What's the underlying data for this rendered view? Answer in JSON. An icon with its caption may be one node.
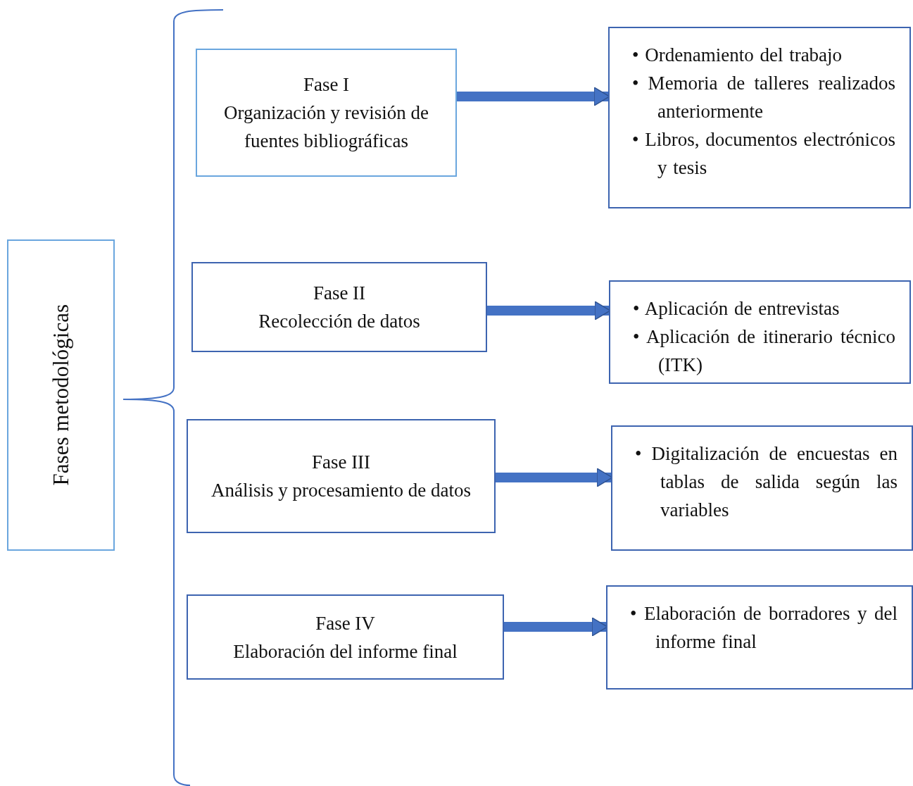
{
  "diagram": {
    "nodes": [
      {
        "text": [
          "Fases metodológicas"
        ]
      },
      {
        "text": [
          "Fase I",
          "Organización y revisión de fuentes bibliográficas"
        ]
      },
      {
        "text": [
          "• Ordenamiento del trabajo",
          "• Memoria de talleres realizados anteriormente",
          "• Libros, documentos electrónicos y tesis"
        ]
      },
      {
        "text": [
          "Fase II",
          "Recolección de datos"
        ]
      },
      {
        "text": [
          "• Aplicación de entrevistas",
          "• Aplicación de itinerario técnico (ITK)"
        ]
      },
      {
        "text": [
          "Fase III",
          "Análisis y procesamiento de datos"
        ]
      },
      {
        "text": [
          "• Digitalización de encuestas en tablas de salida según las variables"
        ]
      },
      {
        "text": [
          "Fase IV",
          "Elaboración del informe final"
        ]
      },
      {
        "text": [
          "• Elaboración de borradores y del informe final"
        ]
      }
    ],
    "edges": [
      {
        "from": 1,
        "to": 2,
        "arrow": "to"
      },
      {
        "from": 3,
        "to": 4,
        "arrow": "to"
      },
      {
        "from": 5,
        "to": 6,
        "arrow": "to"
      },
      {
        "from": 7,
        "to": 8,
        "arrow": "to"
      }
    ]
  }
}
